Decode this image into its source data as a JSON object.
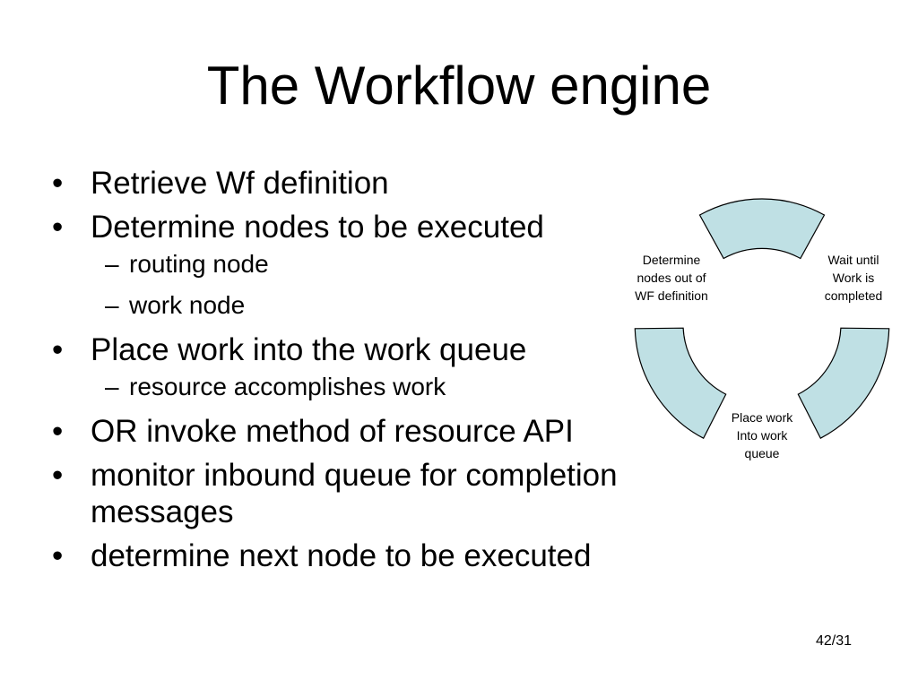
{
  "slide": {
    "title": "The Workflow engine",
    "bullets": [
      {
        "marker": "•",
        "text": "Retrieve Wf definition"
      },
      {
        "marker": "•",
        "text": "Determine nodes to be executed",
        "subs": [
          {
            "marker": "–",
            "text": "routing node"
          },
          {
            "marker": "–",
            "text": "work node"
          }
        ]
      },
      {
        "marker": "•",
        "text": "Place work into the work queue",
        "subs": [
          {
            "marker": "–",
            "text": "resource accomplishes work"
          }
        ]
      },
      {
        "marker": "•",
        "text": "OR invoke method of resource API"
      },
      {
        "marker": "•",
        "text_line1": "monitor inbound queue for completion",
        "text_line2": "messages"
      },
      {
        "marker": "•",
        "text": "determine next node to be executed"
      }
    ],
    "page_number": "42/31"
  },
  "diagram": {
    "fill_color": "#bfe0e4",
    "nodes": [
      {
        "lines": [
          "Determine",
          "nodes out of",
          "WF definition"
        ]
      },
      {
        "lines": [
          "Wait until",
          "Work is",
          "completed"
        ]
      },
      {
        "lines": [
          "Place work",
          "Into work",
          "queue"
        ]
      }
    ]
  }
}
